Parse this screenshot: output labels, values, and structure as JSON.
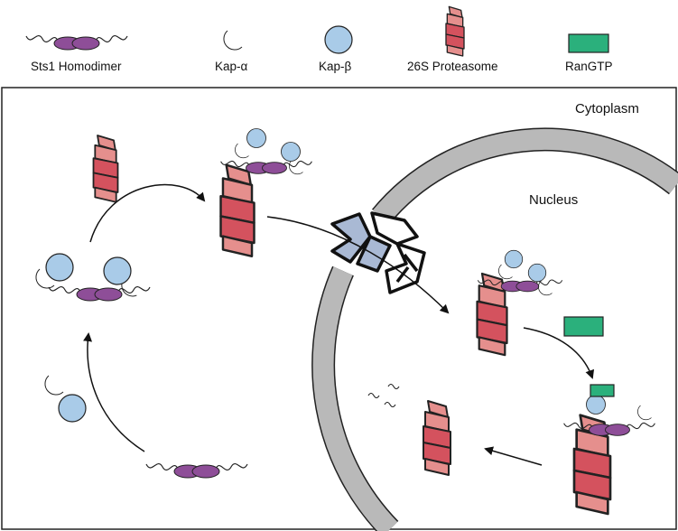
{
  "legend": {
    "sts1": "Sts1 Homodimer",
    "kap_alpha": "Kap-α",
    "kap_beta": "Kap-β",
    "proteasome": "26S Proteasome",
    "rangtp": "RanGTP"
  },
  "labels": {
    "cytoplasm": "Cytoplasm",
    "nucleus": "Nucleus"
  },
  "colors": {
    "sts1": "#8e4e98",
    "kap_alpha": "#f3a83a",
    "kap_beta": "#a9cbe8",
    "proteasome_dark": "#d4525e",
    "proteasome_light": "#e58f8d",
    "rangtp": "#2bb07c",
    "membrane": "#b9b9b9",
    "pore": "#a9b9d4"
  }
}
